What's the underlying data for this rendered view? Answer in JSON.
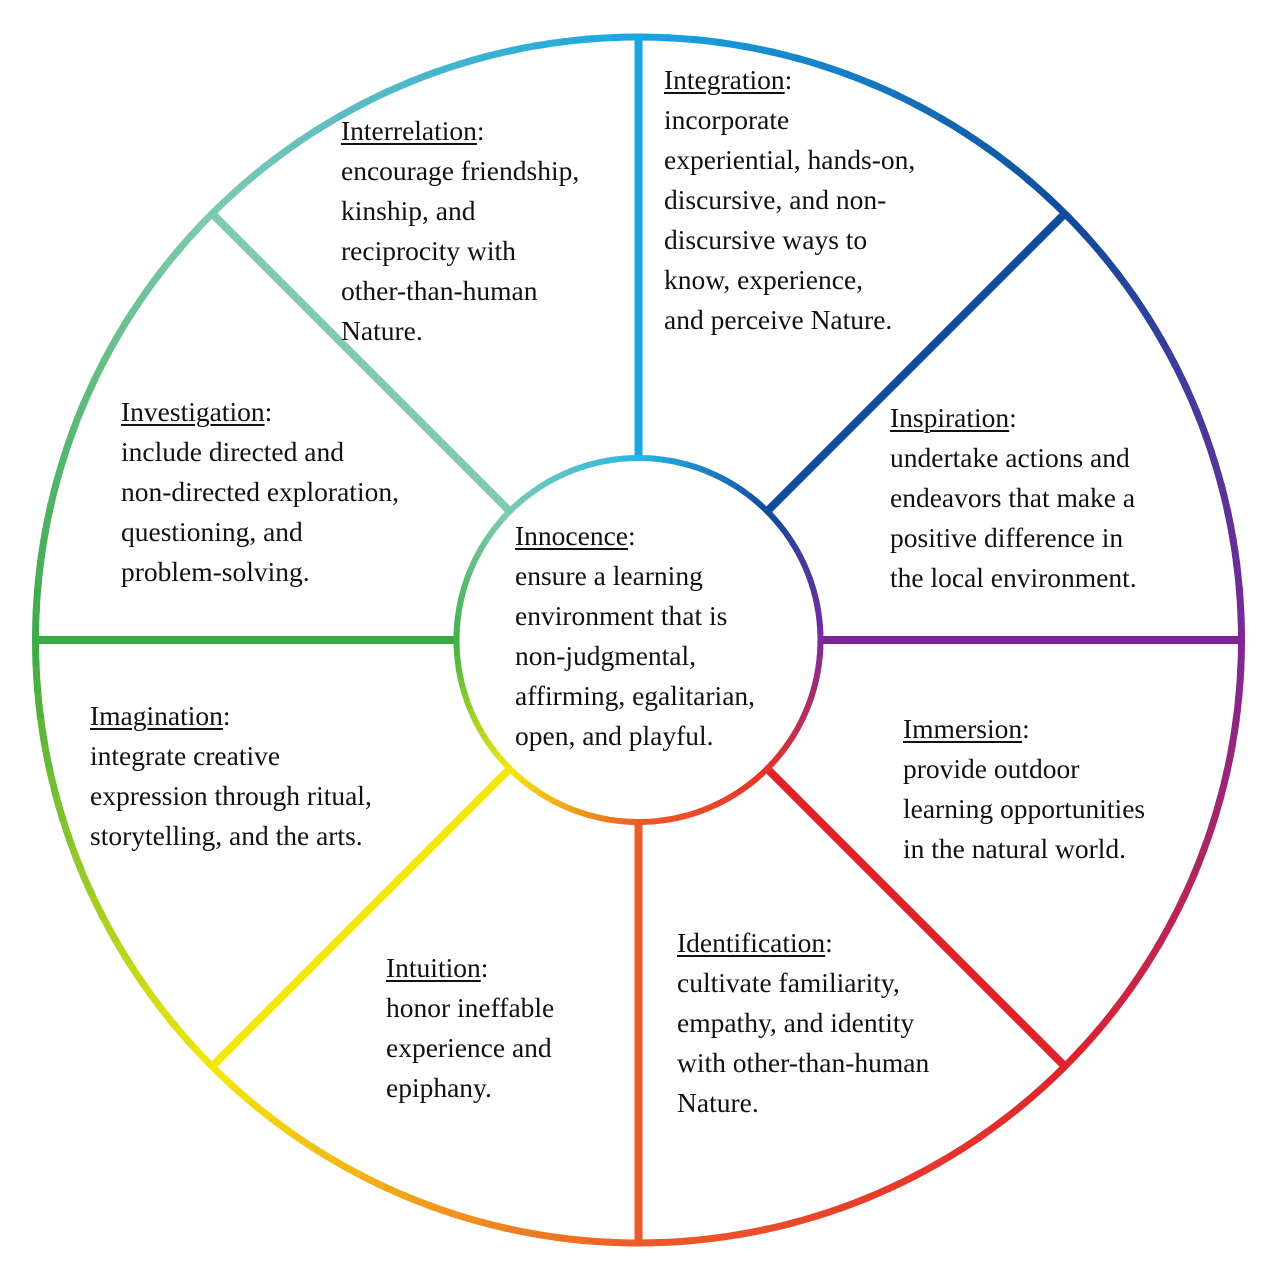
{
  "colors": {
    "innocence_ring_top": "#29b6e8",
    "innocence_ring_right": "#7b2a9b",
    "innocence_ring_bottom": "#e6322a",
    "innocence_ring_left": "#3fb24a",
    "integration": "#1aa6e4",
    "inspiration": "#0f4c9c",
    "immersion": "#7d2797",
    "identification": "#e0232b",
    "intuition": "#ed5a2a",
    "imagination": "#f4e80a",
    "investigation": "#3aaa45",
    "interrelation": "#7fcab1"
  },
  "segments": {
    "integration": {
      "title": "Integration",
      "lines": [
        "incorporate",
        "experiential, hands-on,",
        "discursive, and non-",
        "discursive ways to",
        "know, experience,",
        "and perceive Nature."
      ]
    },
    "inspiration": {
      "title": "Inspiration",
      "lines": [
        "undertake actions and",
        "endeavors that make a",
        "positive difference in",
        "the local environment."
      ]
    },
    "immersion": {
      "title": "Immersion",
      "lines": [
        "provide outdoor",
        "learning opportunities",
        "in the natural world."
      ]
    },
    "identification": {
      "title": "Identification",
      "lines": [
        "cultivate familiarity,",
        "empathy, and identity",
        "with other-than-human",
        "Nature."
      ]
    },
    "intuition": {
      "title": "Intuition",
      "lines": [
        "honor ineffable",
        "experience and",
        "epiphany."
      ]
    },
    "imagination": {
      "title": "Imagination",
      "lines": [
        "integrate creative",
        "expression through ritual,",
        "storytelling, and the arts."
      ]
    },
    "investigation": {
      "title": "Investigation",
      "lines": [
        "include directed and",
        "non-directed exploration,",
        "questioning, and",
        "problem-solving."
      ]
    },
    "interrelation": {
      "title": "Interrelation",
      "lines": [
        "encourage friendship,",
        "kinship, and",
        "reciprocity with",
        "other-than-human",
        "Nature."
      ]
    },
    "innocence": {
      "title": "Innocence",
      "lines": [
        "ensure a learning",
        "environment that is",
        "non-judgmental,",
        "affirming, egalitarian,",
        "open, and playful."
      ]
    }
  }
}
